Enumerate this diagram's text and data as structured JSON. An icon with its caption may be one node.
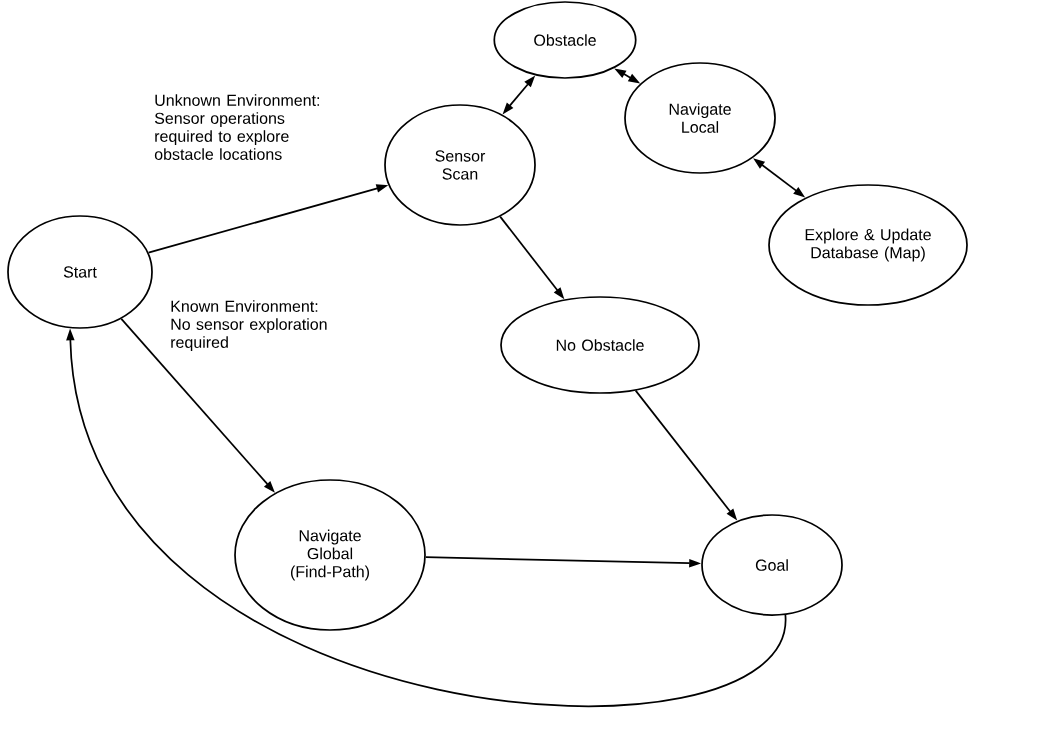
{
  "diagram": {
    "nodes": [
      {
        "text": [
          "Start"
        ]
      },
      {
        "text": [
          "Sensor Scan"
        ]
      },
      {
        "text": [
          "Obstacle"
        ]
      },
      {
        "text": [
          "Navigate Local"
        ]
      },
      {
        "text": [
          "Explore & Update Database (Map)"
        ]
      },
      {
        "text": [
          "No Obstacle"
        ]
      },
      {
        "text": [
          "Navigate Global (Find-Path)"
        ]
      },
      {
        "text": [
          "Goal"
        ]
      }
    ],
    "edges": [
      {
        "from": 0,
        "to": 1,
        "arrow": "to",
        "label": "Unknown Environment: Sensor operations required to explore obstacle locations"
      },
      {
        "from": 1,
        "to": 2,
        "arrow": "both"
      },
      {
        "from": 2,
        "to": 3,
        "arrow": "both"
      },
      {
        "from": 3,
        "to": 4,
        "arrow": "both"
      },
      {
        "from": 1,
        "to": 5,
        "arrow": "to"
      },
      {
        "from": 5,
        "to": 7,
        "arrow": "to"
      },
      {
        "from": 0,
        "to": 6,
        "arrow": "to",
        "label": "Known Environment: No sensor exploration required"
      },
      {
        "from": 6,
        "to": 7,
        "arrow": "to"
      },
      {
        "from": 7,
        "to": 0,
        "arrow": "to"
      }
    ]
  }
}
